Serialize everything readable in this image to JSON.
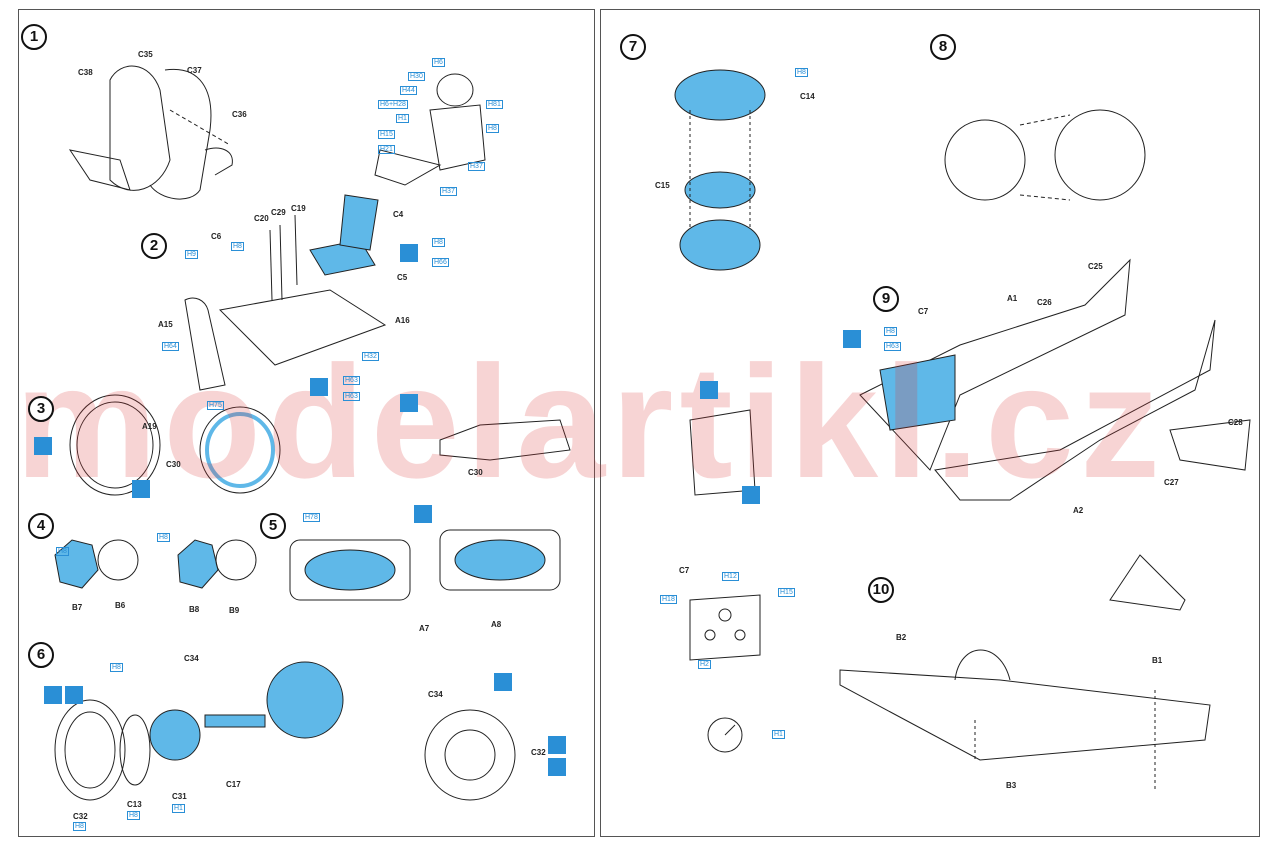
{
  "watermark": "modelartikl.cz",
  "steps": [
    "1",
    "2",
    "3",
    "4",
    "5",
    "6",
    "7",
    "8",
    "9",
    "10"
  ],
  "parts": {
    "s1": [
      "C38",
      "C35",
      "C37",
      "C36"
    ],
    "s2": [
      "C20",
      "C29",
      "C19",
      "C4",
      "C6",
      "C5",
      "A15",
      "A16"
    ],
    "s3": [
      "A19",
      "C30",
      "C30"
    ],
    "s4": [
      "B7",
      "B6",
      "B8",
      "B9"
    ],
    "s5": [
      "A7",
      "A8"
    ],
    "s6": [
      "C34",
      "C32",
      "C13",
      "C31",
      "C17",
      "C34",
      "C32"
    ],
    "s7": [
      "C14",
      "C15"
    ],
    "s9": [
      "C25",
      "C26",
      "A1",
      "C7",
      "C28",
      "C27",
      "A2"
    ],
    "s10": [
      "B2",
      "B1",
      "B3"
    ],
    "panel": [
      "C7"
    ]
  },
  "colorcodes": {
    "pilot": [
      "H6",
      "H30",
      "H44",
      "H6+H28",
      "H1",
      "H81",
      "H8",
      "H15",
      "H21",
      "H37",
      "H37"
    ],
    "s2": [
      "H9",
      "H8",
      "H8",
      "H66",
      "H32",
      "H64",
      "H63",
      "H63"
    ],
    "s3": [
      "H75"
    ],
    "s4": [
      "H8",
      "H8"
    ],
    "s5": [
      "H78"
    ],
    "s6": [
      "H8",
      "H8",
      "H8",
      "H1"
    ],
    "s7": [
      "H8"
    ],
    "s9": [
      "H8",
      "H63"
    ],
    "panel": [
      "H12",
      "H18",
      "H15",
      "H2"
    ],
    "gauge": [
      "H1"
    ]
  },
  "colors": {
    "accent": "#2a8fd6",
    "part_fill": "#5fb8e8",
    "line": "#222222",
    "watermark": "#dc3c3c"
  }
}
